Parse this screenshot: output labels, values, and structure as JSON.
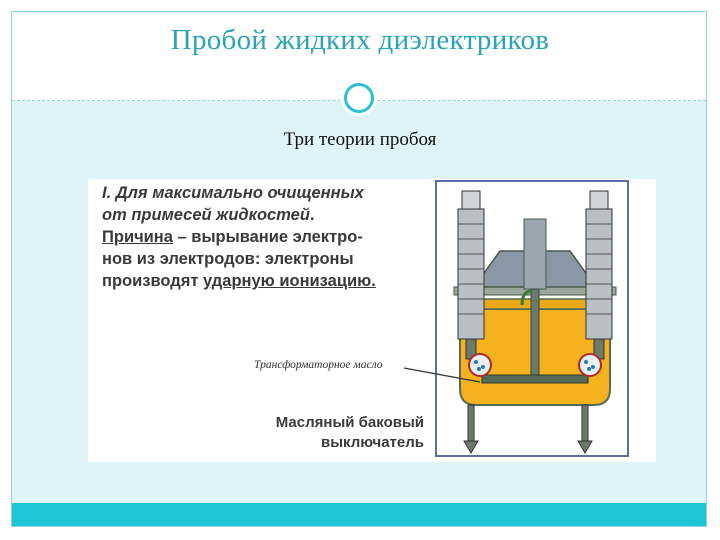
{
  "slide": {
    "title": "Пробой жидких диэлектриков",
    "subtitle": "Три теории пробоя"
  },
  "figure": {
    "heading_line1": "I. Для максимально очищенных",
    "heading_line2a": "от примесей жидкостей",
    "heading_line2b": ".",
    "cause_word": "Причина",
    "cause_rest": " – вырывание электро-",
    "line4": "нов из электродов: электроны",
    "line5a": "производят ",
    "line5b": "ударную ионизацию.",
    "oil_label": "Трансформаторное масло",
    "breaker_line1": "Масляный баковый",
    "breaker_line2": "выключатель"
  },
  "colors": {
    "title": "#2aa4b4",
    "accent": "#1cc6d6",
    "panel_bg": "#dff4f8",
    "oil": "#f4b21f"
  }
}
